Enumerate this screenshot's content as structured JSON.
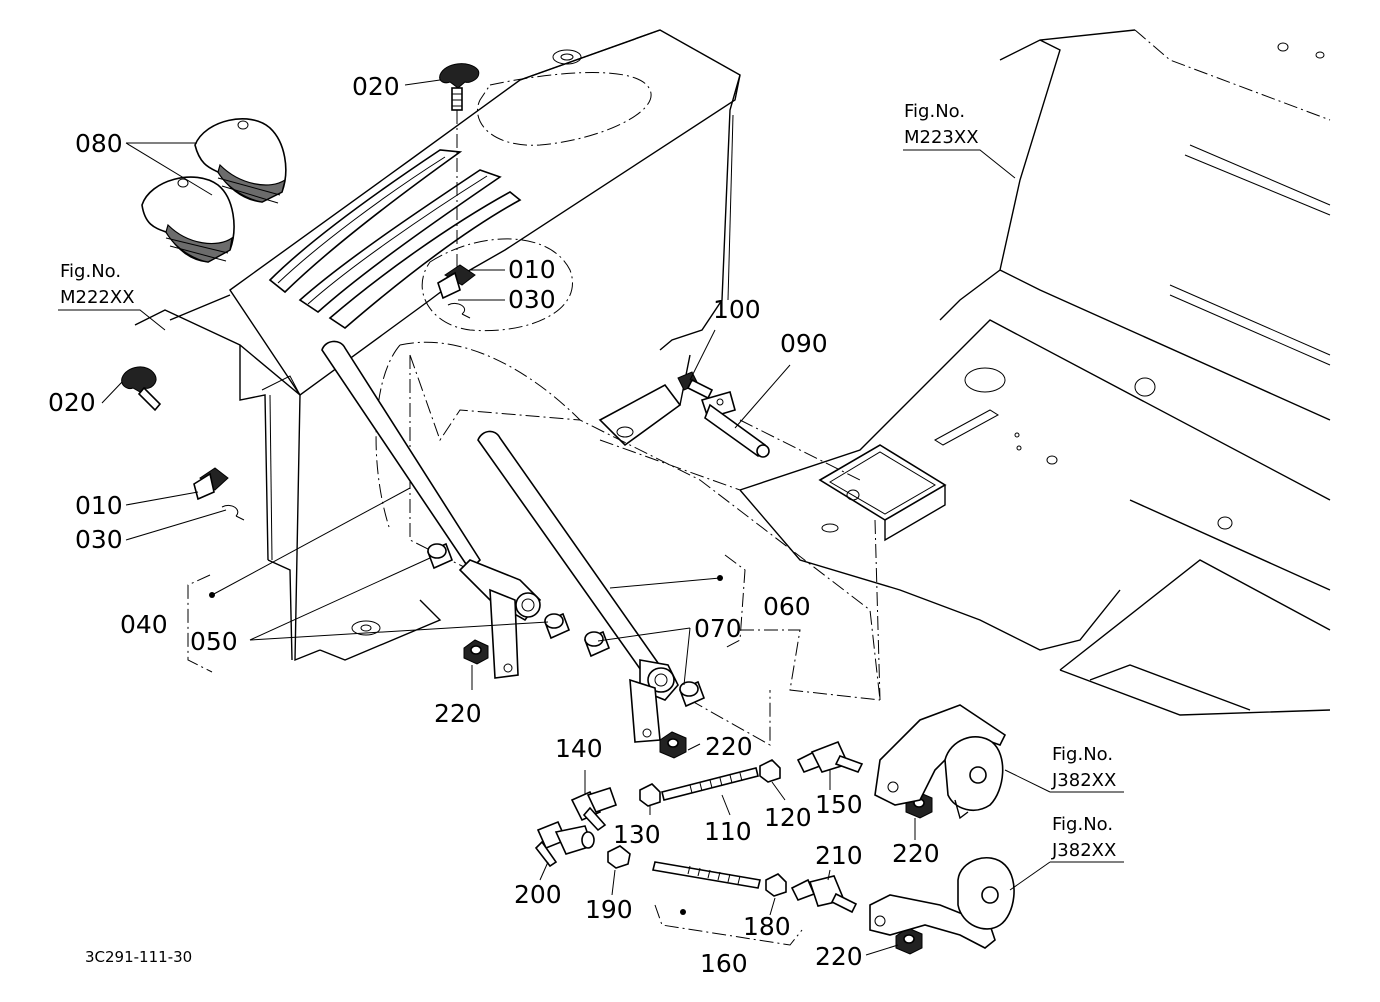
{
  "labels": {
    "l020a": "020",
    "l080": "080",
    "l010a": "010",
    "l030a": "030",
    "l020b": "020",
    "l010b": "010",
    "l030b": "030",
    "l040": "040",
    "l050": "050",
    "l220a": "220",
    "l070": "070",
    "l060": "060",
    "l100": "100",
    "l090": "090",
    "l140": "140",
    "l130": "130",
    "l110": "110",
    "l120": "120",
    "l150": "150",
    "l220b": "220",
    "l220c": "220",
    "l200": "200",
    "l190": "190",
    "l180": "180",
    "l210": "210",
    "l160": "160",
    "l220d": "220"
  },
  "fig_refs": {
    "r1_title": "Fig.No.",
    "r1_code": "M222XX",
    "r2_title": "Fig.No.",
    "r2_code": "M223XX",
    "r3_title": "Fig.No.",
    "r3_code": "J382XX",
    "r4_title": "Fig.No.",
    "r4_code": "J382XX"
  },
  "diagram_code": "3C291-111-30"
}
